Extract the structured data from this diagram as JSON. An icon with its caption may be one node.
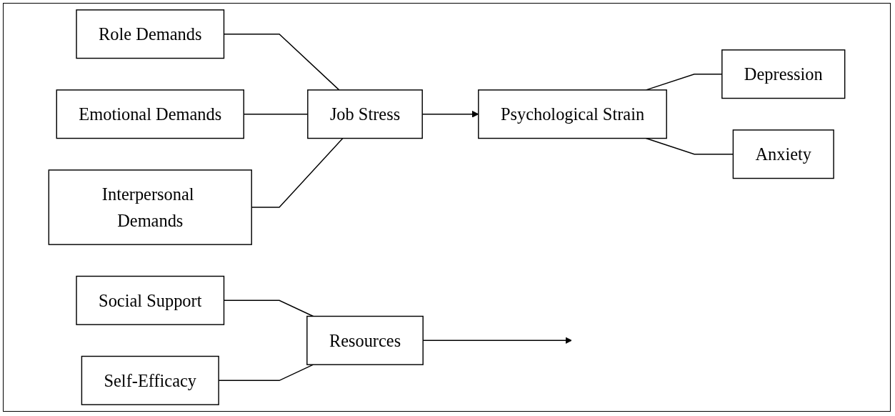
{
  "diagram": {
    "nodes": [
      {
        "text": [
          "Role Demands"
        ]
      },
      {
        "text": [
          "Emotional Demands"
        ]
      },
      {
        "text": [
          "Interpersonal Demands"
        ]
      },
      {
        "text": [
          "Job Stress"
        ]
      },
      {
        "text": [
          "Psychological Strain"
        ]
      },
      {
        "text": [
          "Depression"
        ]
      },
      {
        "text": [
          "Anxiety"
        ]
      },
      {
        "text": [
          "Resources"
        ]
      },
      {
        "text": [
          "Social Support"
        ]
      },
      {
        "text": [
          "Self-Efficacy"
        ]
      }
    ],
    "edges": [
      {
        "from": 0,
        "to": 3,
        "arrow": "none"
      },
      {
        "from": 1,
        "to": 3,
        "arrow": "none"
      },
      {
        "from": 2,
        "to": 3,
        "arrow": "none"
      },
      {
        "from": 3,
        "to": 4,
        "arrow": "to"
      },
      {
        "from": 7,
        "to": null,
        "arrow": "to"
      },
      {
        "from": 4,
        "to": 5,
        "arrow": "none"
      },
      {
        "from": 4,
        "to": 6,
        "arrow": "none"
      },
      {
        "from": 8,
        "to": 7,
        "arrow": "none"
      },
      {
        "from": 9,
        "to": 7,
        "arrow": "none"
      }
    ]
  }
}
